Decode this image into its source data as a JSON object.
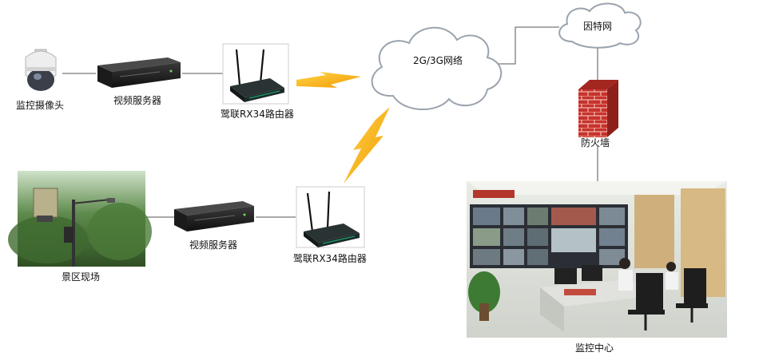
{
  "nodes": {
    "camera": {
      "label": "监控摄像头"
    },
    "video_server_top": {
      "label": "视频服务器"
    },
    "router_top": {
      "label": "鹭联RX34路由器"
    },
    "network_cloud": {
      "label": "2G/3G网络"
    },
    "internet_cloud": {
      "label": "因特网"
    },
    "firewall": {
      "label": "防火墙"
    },
    "scenic_site": {
      "label": "景区现场"
    },
    "video_server_bottom": {
      "label": "视频服务器"
    },
    "router_bottom": {
      "label": "鹭联RX34路由器"
    },
    "monitoring_center": {
      "label": "监控中心"
    }
  },
  "colors": {
    "line": "#555555",
    "lightning": "#f4b400",
    "cloud_fill": "#ffffff",
    "cloud_stroke": "#9aa3ad",
    "firewall_brick": "#c8322b",
    "router_body": "#1f2a2a",
    "router_stripe": "#18a06a"
  }
}
